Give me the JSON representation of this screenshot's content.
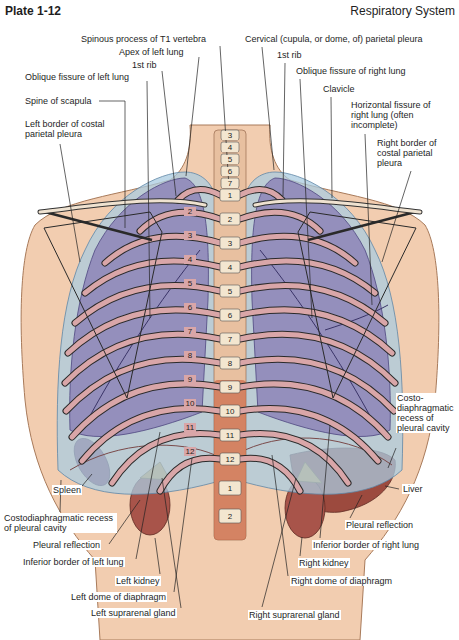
{
  "diagram": {
    "labels": [
      "Plate 1-12",
      "Respiratory System",
      "Spinous process of T1 vertebra",
      "Apex of left lung",
      "1st rib",
      "Oblique fissure of left lung",
      "Spine of scapula",
      "Left border of costal parietal pleura",
      "Cervical (cupula, or dome, of) parietal pleura",
      "1st rib",
      "Oblique fissure of right lung",
      "Clavicle",
      "Horizontal fissure of right lung (often incomplete)",
      "Right border of costal parietal pleura",
      "Costo- diaphragmatic recess of pleural cavity",
      "Liver",
      "Pleural reflection",
      "Inferior border of right lung",
      "Right kidney",
      "Right dome of diaphragm",
      "Right suprarenal gland",
      "Spleen",
      "Costodiaphragmatic recess of pleural cavity",
      "Pleural reflection",
      "Inferior border of left lung",
      "Left kidney",
      "Left dome of diaphragm",
      "Left suprarenal gland",
      "3",
      "4",
      "5",
      "6",
      "7",
      "1",
      "2",
      "3",
      "4",
      "5",
      "6",
      "7",
      "8",
      "9",
      "10",
      "11",
      "12",
      "1",
      "2",
      "2",
      "3",
      "4",
      "5",
      "6",
      "7",
      "8",
      "9",
      "10",
      "11",
      "12"
    ]
  }
}
